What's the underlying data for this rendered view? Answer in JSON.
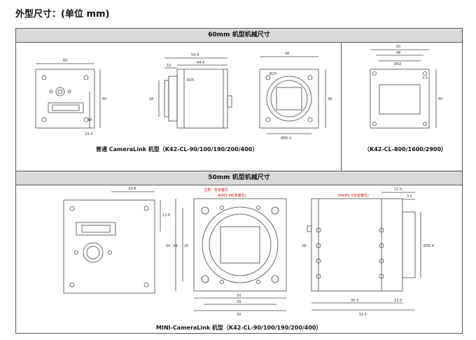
{
  "heading": "外型尺寸：(单位 mm)",
  "section_60": {
    "title": "60mm 机型机械尺寸",
    "caption_left": "普通 CameraLink 机型（K42-CL-90/100/190/200/400）",
    "caption_right": "（K42-CL-800/1600/2900）",
    "dims_front": [
      "60",
      "34",
      "60",
      "19.4"
    ],
    "dims_side": [
      "59.4",
      "44.4",
      "10",
      "28",
      "Ø25"
    ],
    "dims_rear": [
      "48",
      "Ø25",
      "48",
      "Ø56.4"
    ],
    "dims_right": [
      "60",
      "48",
      "Ø42",
      "3.5",
      "60"
    ]
  },
  "section_50": {
    "title": "50mm 机型机械尺寸",
    "caption": "MINI-CameraLink 机型（K42-CL-90/100/190/200/400）",
    "dims_front": [
      "19.8",
      "12.6"
    ],
    "notes_middle": [
      "注意：非安装孔",
      "4xM3 ∇4(安装孔)"
    ],
    "dims_middle": [
      "50",
      "39",
      "20",
      "20",
      "39",
      "50"
    ],
    "notes_right": [
      "24xM3 ∇3(安装孔)"
    ],
    "dims_right": [
      "12.5",
      "3.5",
      "28",
      "Ø35.4",
      "35.3",
      "13.5",
      "51.5"
    ]
  }
}
